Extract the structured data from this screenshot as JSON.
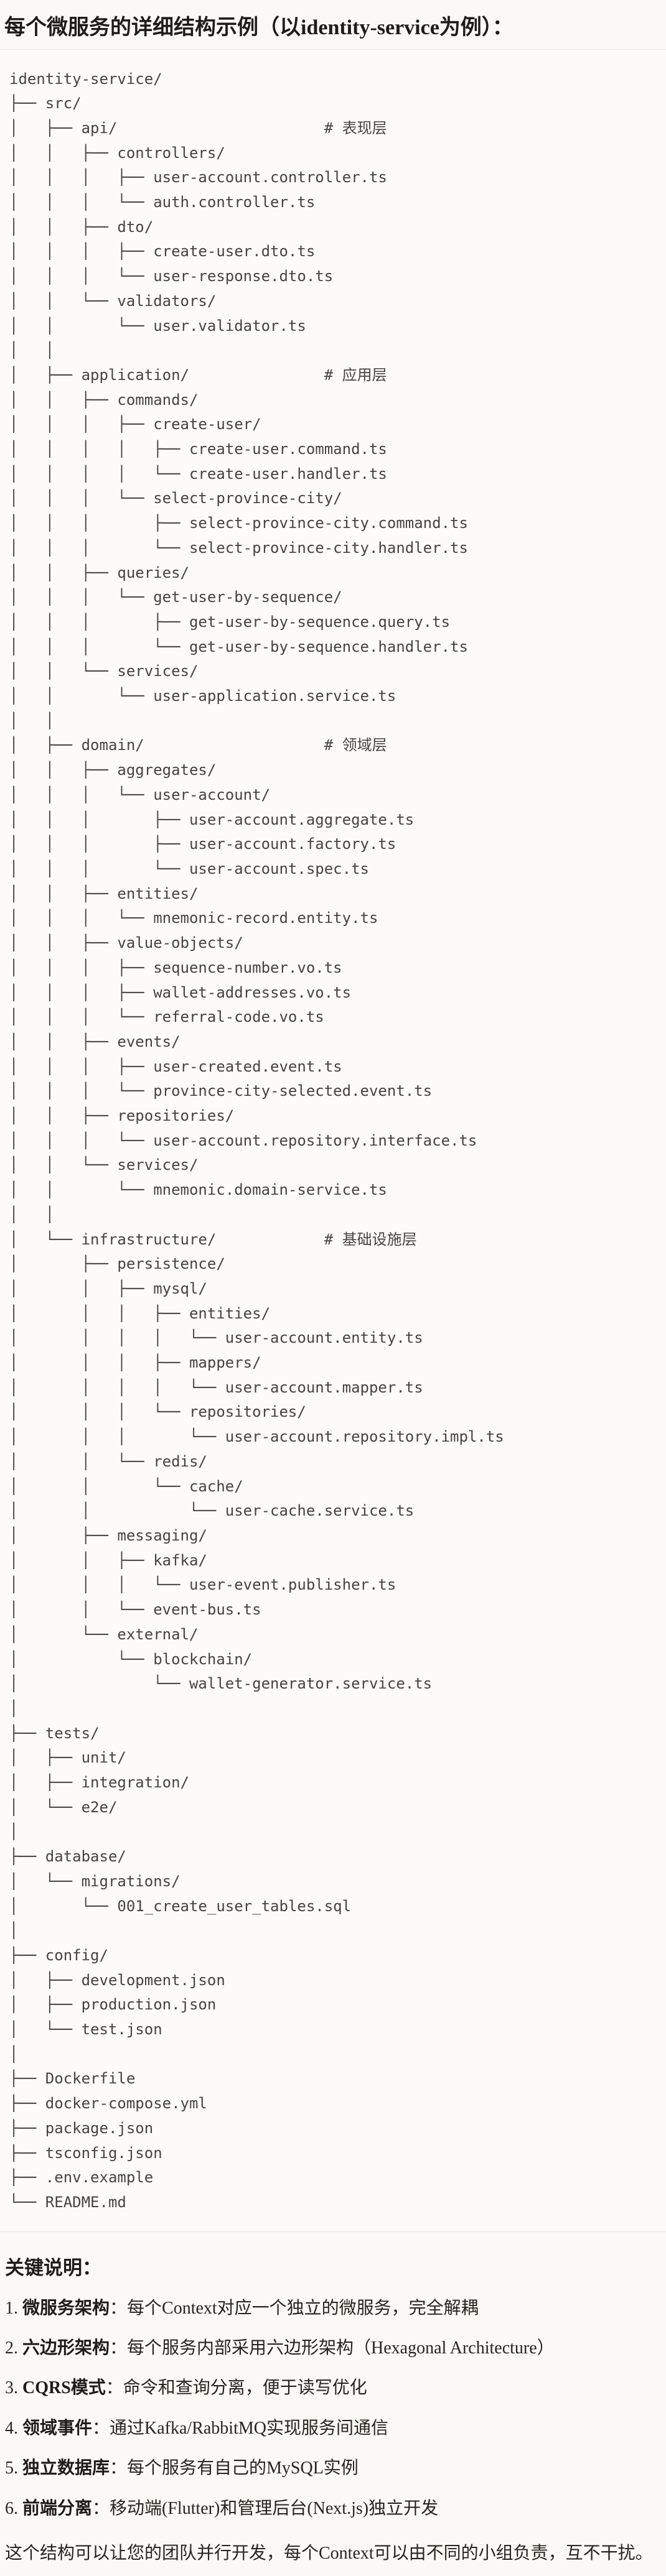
{
  "title": "每个微服务的详细结构示例（以identity-service为例）：",
  "tree": {
    "lines": [
      "identity-service/",
      "├── src/",
      "│   ├── api/                       # 表现层",
      "│   │   ├── controllers/",
      "│   │   │   ├── user-account.controller.ts",
      "│   │   │   └── auth.controller.ts",
      "│   │   ├── dto/",
      "│   │   │   ├── create-user.dto.ts",
      "│   │   │   └── user-response.dto.ts",
      "│   │   └── validators/",
      "│   │       └── user.validator.ts",
      "│   │",
      "│   ├── application/               # 应用层",
      "│   │   ├── commands/",
      "│   │   │   ├── create-user/",
      "│   │   │   │   ├── create-user.command.ts",
      "│   │   │   │   └── create-user.handler.ts",
      "│   │   │   └── select-province-city/",
      "│   │   │       ├── select-province-city.command.ts",
      "│   │   │       └── select-province-city.handler.ts",
      "│   │   ├── queries/",
      "│   │   │   └── get-user-by-sequence/",
      "│   │   │       ├── get-user-by-sequence.query.ts",
      "│   │   │       └── get-user-by-sequence.handler.ts",
      "│   │   └── services/",
      "│   │       └── user-application.service.ts",
      "│   │",
      "│   ├── domain/                    # 领域层",
      "│   │   ├── aggregates/",
      "│   │   │   └── user-account/",
      "│   │   │       ├── user-account.aggregate.ts",
      "│   │   │       ├── user-account.factory.ts",
      "│   │   │       └── user-account.spec.ts",
      "│   │   ├── entities/",
      "│   │   │   └── mnemonic-record.entity.ts",
      "│   │   ├── value-objects/",
      "│   │   │   ├── sequence-number.vo.ts",
      "│   │   │   ├── wallet-addresses.vo.ts",
      "│   │   │   └── referral-code.vo.ts",
      "│   │   ├── events/",
      "│   │   │   ├── user-created.event.ts",
      "│   │   │   └── province-city-selected.event.ts",
      "│   │   ├── repositories/",
      "│   │   │   └── user-account.repository.interface.ts",
      "│   │   └── services/",
      "│   │       └── mnemonic.domain-service.ts",
      "│   │",
      "│   └── infrastructure/            # 基础设施层",
      "│       ├── persistence/",
      "│       │   ├── mysql/",
      "│       │   │   ├── entities/",
      "│       │   │   │   └── user-account.entity.ts",
      "│       │   │   ├── mappers/",
      "│       │   │   │   └── user-account.mapper.ts",
      "│       │   │   └── repositories/",
      "│       │   │       └── user-account.repository.impl.ts",
      "│       │   └── redis/",
      "│       │       └── cache/",
      "│       │           └── user-cache.service.ts",
      "│       ├── messaging/",
      "│       │   ├── kafka/",
      "│       │   │   └── user-event.publisher.ts",
      "│       │   └── event-bus.ts",
      "│       └── external/",
      "│           └── blockchain/",
      "│               └── wallet-generator.service.ts",
      "│",
      "├── tests/",
      "│   ├── unit/",
      "│   ├── integration/",
      "│   └── e2e/",
      "│",
      "├── database/",
      "│   └── migrations/",
      "│       └── 001_create_user_tables.sql",
      "│",
      "├── config/",
      "│   ├── development.json",
      "│   ├── production.json",
      "│   └── test.json",
      "│",
      "├── Dockerfile",
      "├── docker-compose.yml",
      "├── package.json",
      "├── tsconfig.json",
      "├── .env.example",
      "└── README.md"
    ]
  },
  "notes": {
    "heading": "关键说明：",
    "items": [
      {
        "num": "1.",
        "label": "微服务架构",
        "colon": "：",
        "text": "每个Context对应一个独立的微服务，完全解耦"
      },
      {
        "num": "2.",
        "label": "六边形架构",
        "colon": "：",
        "text": "每个服务内部采用六边形架构（Hexagonal Architecture）"
      },
      {
        "num": "3.",
        "label": "CQRS模式",
        "colon": "：",
        "text": "命令和查询分离，便于读写优化"
      },
      {
        "num": "4.",
        "label": "领域事件",
        "colon": "：",
        "text": "通过Kafka/RabbitMQ实现服务间通信"
      },
      {
        "num": "5.",
        "label": "独立数据库",
        "colon": "：",
        "text": "每个服务有自己的MySQL实例"
      },
      {
        "num": "6.",
        "label": "前端分离",
        "colon": "：",
        "text": "移动端(Flutter)和管理后台(Next.js)独立开发"
      }
    ],
    "closing": "这个结构可以让您的团队并行开发，每个Context可以由不同的小组负责，互不干扰。"
  },
  "colors": {
    "page_bg": "#FAF9F5",
    "code_bg": "#FCFBF8",
    "code_border": "#E5E3DC",
    "code_text": "#45443E",
    "heading_text": "#1D1C18",
    "body_text": "#26251F"
  }
}
